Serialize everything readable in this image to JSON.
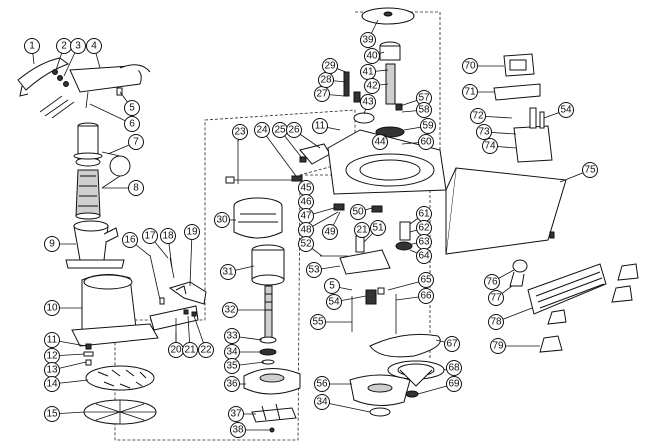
{
  "callouts": [
    "1",
    "2",
    "3",
    "4",
    "5",
    "6",
    "7",
    "8",
    "9",
    "10",
    "11",
    "12",
    "13",
    "14",
    "15",
    "16",
    "17",
    "18",
    "19",
    "20",
    "21",
    "22",
    "23",
    "24",
    "25",
    "26",
    "27",
    "28",
    "29",
    "30",
    "31",
    "32",
    "33",
    "34",
    "35",
    "36",
    "37",
    "38",
    "39",
    "40",
    "41",
    "42",
    "43",
    "44",
    "45",
    "46",
    "47",
    "48",
    "49",
    "50",
    "51",
    "52",
    "53",
    "54",
    "55",
    "56",
    "57",
    "58",
    "59",
    "60",
    "61",
    "62",
    "63",
    "64",
    "65",
    "66",
    "67",
    "68",
    "69",
    "70",
    "71",
    "72",
    "73",
    "74",
    "75",
    "76",
    "77",
    "78",
    "79"
  ],
  "callouts_right_duplicates": [
    "5",
    "11",
    "21",
    "34",
    "54"
  ]
}
